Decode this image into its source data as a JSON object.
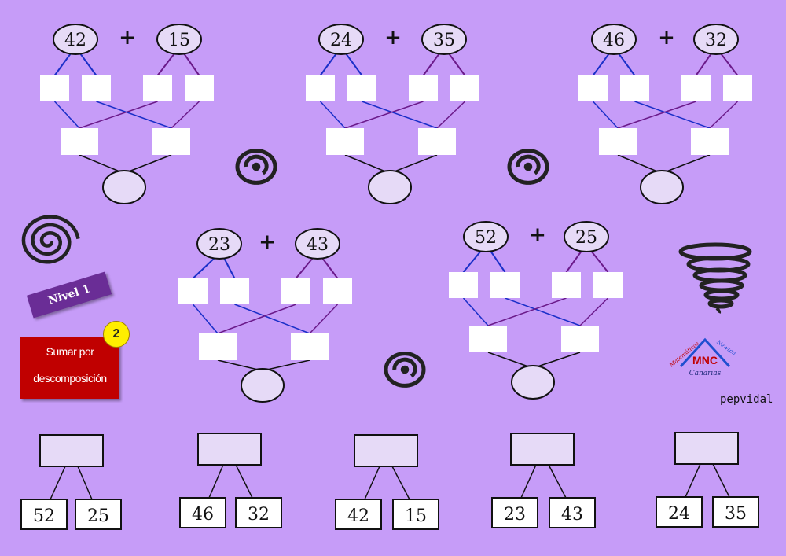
{
  "colors": {
    "background": "#c69cf8",
    "blue_line": "#1a2fc8",
    "purple_line": "#6b1a8a",
    "oval_fill": "#e6daf7",
    "box_fill": "#ffffff",
    "result_box_fill": "#e6daf7"
  },
  "problems": [
    {
      "a": "42",
      "b": "15",
      "op": "+"
    },
    {
      "a": "24",
      "b": "35",
      "op": "+"
    },
    {
      "a": "46",
      "b": "32",
      "op": "+"
    },
    {
      "a": "23",
      "b": "43",
      "op": "+"
    },
    {
      "a": "52",
      "b": "25",
      "op": "+"
    }
  ],
  "answer_cards": [
    {
      "left": "52",
      "right": "25"
    },
    {
      "left": "46",
      "right": "32"
    },
    {
      "left": "42",
      "right": "15"
    },
    {
      "left": "23",
      "right": "43"
    },
    {
      "left": "24",
      "right": "35"
    }
  ],
  "level_label": "Nivel 1",
  "topic_line1": "Sumar por",
  "topic_line2": "descomposición",
  "topic_number": "2",
  "logo": {
    "text": "MNC",
    "sub": "Canarias",
    "arc_left": "Matemáticas",
    "arc_right": "Newton"
  },
  "author": "pepvidal",
  "icons": [
    "swirl-icon",
    "swirl-icon",
    "spiral-icon",
    "swirl-icon",
    "tornado-icon"
  ]
}
